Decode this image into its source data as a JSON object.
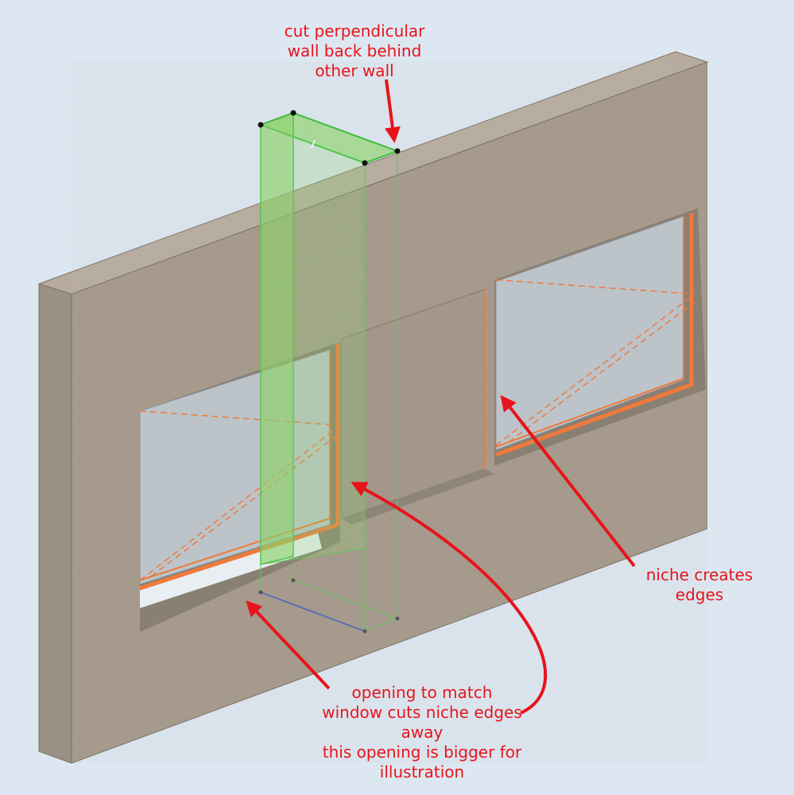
{
  "colors": {
    "background": "#dde7f1",
    "wall_face": "#a99d90",
    "wall_top": "#b7ab9e",
    "wall_side": "#8f8478",
    "glass": "#bcc4ca",
    "frame": "#ef7a3b",
    "annotation": "#e8141b",
    "selection": "#3fbd3a",
    "selection_fill": "#8ed26a",
    "edge_blue": "#5a6cb6"
  },
  "annotations": {
    "cut_wall": [
      "cut perpendicular",
      "wall back behind",
      "other wall"
    ],
    "niche": [
      "niche creates",
      "edges"
    ],
    "opening": [
      "opening to match",
      "window cuts niche edges",
      "away",
      "this opening is bigger for",
      "illustration"
    ]
  }
}
